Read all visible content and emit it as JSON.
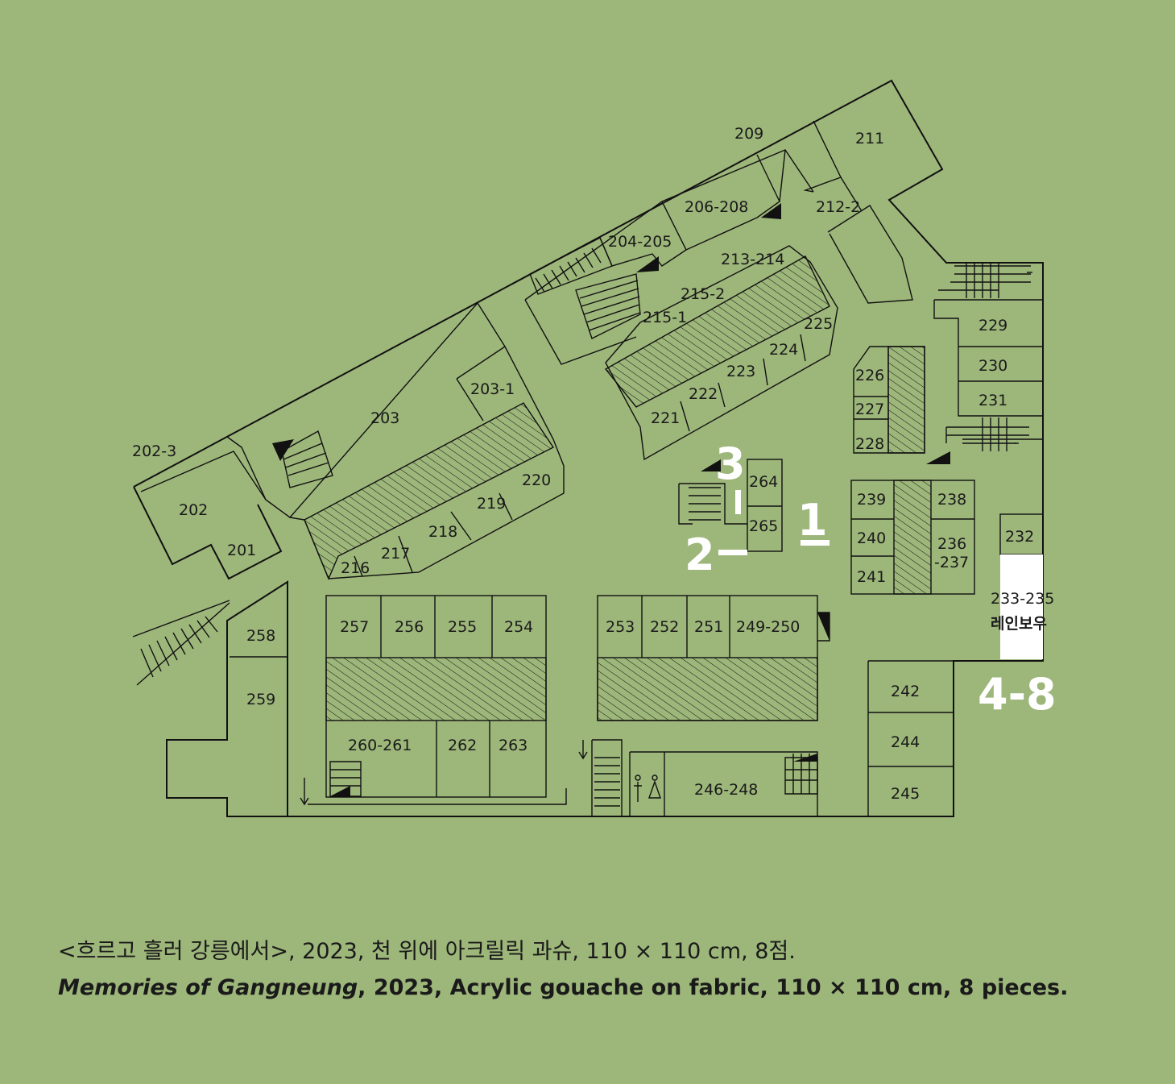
{
  "rooms": {
    "r209": "209",
    "r211": "211",
    "r206": "206-208",
    "r212": "212-2",
    "r204": "204-205",
    "r213": "213-214",
    "r2152": "215-2",
    "r2151": "215-1",
    "r225": "225",
    "r224": "224",
    "r223": "223",
    "r222": "222",
    "r221": "221",
    "r229": "229",
    "r230": "230",
    "r231": "231",
    "r226": "226",
    "r227": "227",
    "r228": "228",
    "r2031": "203-1",
    "r203": "203",
    "r2023": "202-3",
    "r202": "202",
    "r201": "201",
    "r220": "220",
    "r219": "219",
    "r218": "218",
    "r217": "217",
    "r216": "216",
    "r264": "264",
    "r265": "265",
    "r239": "239",
    "r238": "238",
    "r240": "240",
    "r236a": "236",
    "r236b": "-237",
    "r241": "241",
    "r232": "232",
    "r233": "233-235",
    "r233name": "레인보우",
    "r258": "258",
    "r259": "259",
    "r257": "257",
    "r256": "256",
    "r255": "255",
    "r254": "254",
    "r253": "253",
    "r252": "252",
    "r251": "251",
    "r249": "249-250",
    "r242": "242",
    "r244": "244",
    "r245": "245",
    "r260": "260-261",
    "r262": "262",
    "r263": "263",
    "r246": "246-248"
  },
  "markers": {
    "m1": "1",
    "m2": "2",
    "m3": "3",
    "m48": "4-8"
  },
  "caption": {
    "korean": "<흐르고 흘러 강릉에서>, 2023, 천 위에 아크릴릭 과슈, 110 × 110 cm, 8점.",
    "english_title": "Memories of Gangneung",
    "english_rest": ", 2023, Acrylic gouache on fabric, 110 × 110 cm, 8 pieces."
  },
  "colors": {
    "background": "#9db67a",
    "highlight": "#ffffff",
    "lines": "#111111"
  },
  "icons": [
    "stairs-icon",
    "escalator-icon",
    "restroom-icon",
    "direction-arrow-icon"
  ]
}
